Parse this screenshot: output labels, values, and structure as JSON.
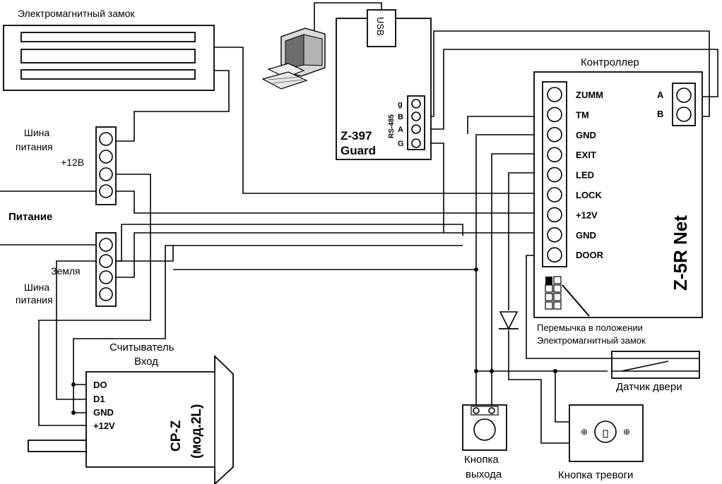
{
  "lock": {
    "title": "Электромагнитный замок"
  },
  "bus_plus": {
    "label1": "Шина",
    "label2": "питания",
    "voltage": "+12В"
  },
  "power": {
    "label": "Питание"
  },
  "bus_ground": {
    "ground": "Земля",
    "label1": "Шина",
    "label2": "питания"
  },
  "converter": {
    "name": "Z-397",
    "sub": "Guard",
    "usb": "USB",
    "rs485": "RS-485",
    "pins": [
      "g",
      "B",
      "A",
      "G"
    ]
  },
  "controller": {
    "title": "Контроллер",
    "name": "Z-5R Net",
    "pins": [
      "ZUMM",
      "TM",
      "GND",
      "EXIT",
      "LED",
      "LOCK",
      "+12V",
      "GND",
      "DOOR"
    ],
    "ab": [
      "A",
      "B"
    ]
  },
  "jumper": {
    "line1": "Перемычка в положении",
    "line2": "Электромагнитный замок"
  },
  "reader": {
    "title1": "Считыватель",
    "title2": "Вход",
    "model1": "CP-Z",
    "model2": "(мод.2L)",
    "pins": [
      "DO",
      "D1",
      "GND",
      "+12V"
    ]
  },
  "door_sensor": {
    "label": "Датчик двери"
  },
  "exit_button": {
    "line1": "Кнопка",
    "line2": "выхода"
  },
  "alarm_button": {
    "label": "Кнопка тревоги"
  }
}
